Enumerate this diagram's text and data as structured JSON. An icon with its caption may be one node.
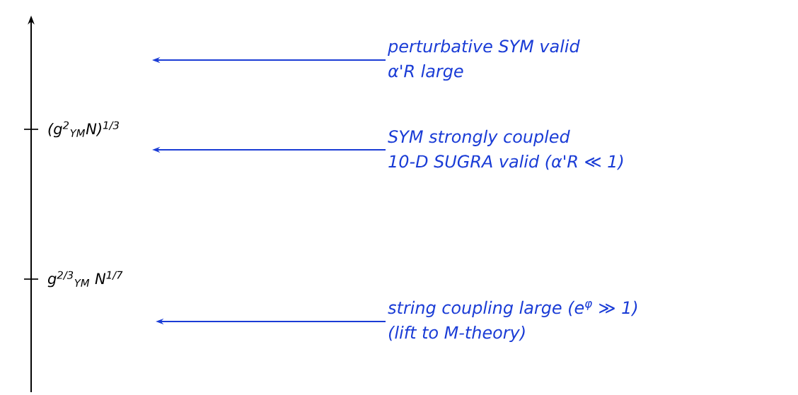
{
  "diagram": {
    "nodes": [
      {
        "text": [
          "perturbative SYM valid",
          "α'R large"
        ]
      },
      {
        "text": [
          "SYM strongly coupled",
          "10-D SUGRA valid (α'R ≪ 1)"
        ]
      },
      {
        "text": [
          "string coupling large (e$^{φ}$ ≫ 1)",
          "(lift to M-theory)"
        ]
      }
    ],
    "edges": [
      {
        "from": 0,
        "to": null,
        "arrow": "to"
      },
      {
        "from": 1,
        "to": null,
        "arrow": "to"
      },
      {
        "from": 2,
        "to": null,
        "arrow": "to"
      }
    ],
    "labels": [
      "(g$^{2}$$_{YM}$N)$^{1/3}$",
      "g$^{2/3}$$_{YM}$ N$^{1/7}$"
    ]
  }
}
